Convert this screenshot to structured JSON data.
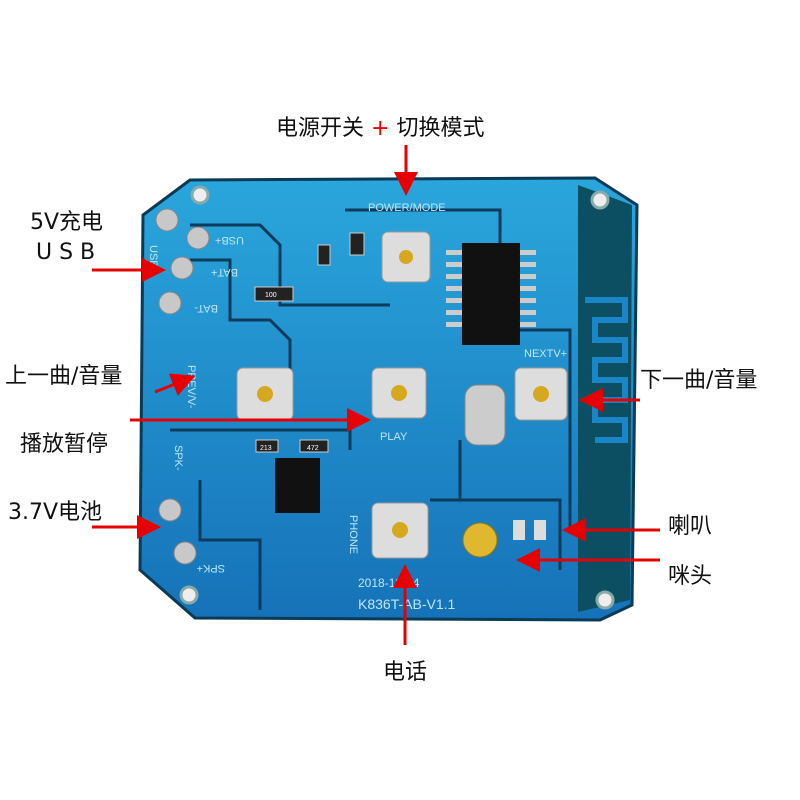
{
  "annotations": {
    "power_mode": {
      "left": "电源开关",
      "plus": "+",
      "right": "切换模式"
    },
    "usb_charge_line1": "5V充电",
    "usb_charge_line2": "U S B",
    "prev": "上一曲/音量",
    "play_pause": "播放暂停",
    "battery": "3.7V电池",
    "next": "下一曲/音量",
    "speaker": "喇叭",
    "microphone": "咪头",
    "phone": "电话"
  },
  "board_silkscreen": {
    "power_mode": "POWER/MODE",
    "usb_plus": "USB+",
    "usb_minus": "USB-",
    "bat_plus": "BAT+",
    "bat_minus": "BAT-",
    "prev": "PREV/V-",
    "next": "NEXTV+",
    "play": "PLAY",
    "spk_minus": "SPK-",
    "spk_plus": "SPK+",
    "phone": "PHONE",
    "date": "2018-12-14",
    "model": "K836T-AB-V1.1",
    "r1": "213",
    "r2": "472",
    "r3": "100"
  },
  "colors": {
    "arrow": "#e60000",
    "board": "#1a86c8",
    "board_dark": "#0c4f63"
  }
}
